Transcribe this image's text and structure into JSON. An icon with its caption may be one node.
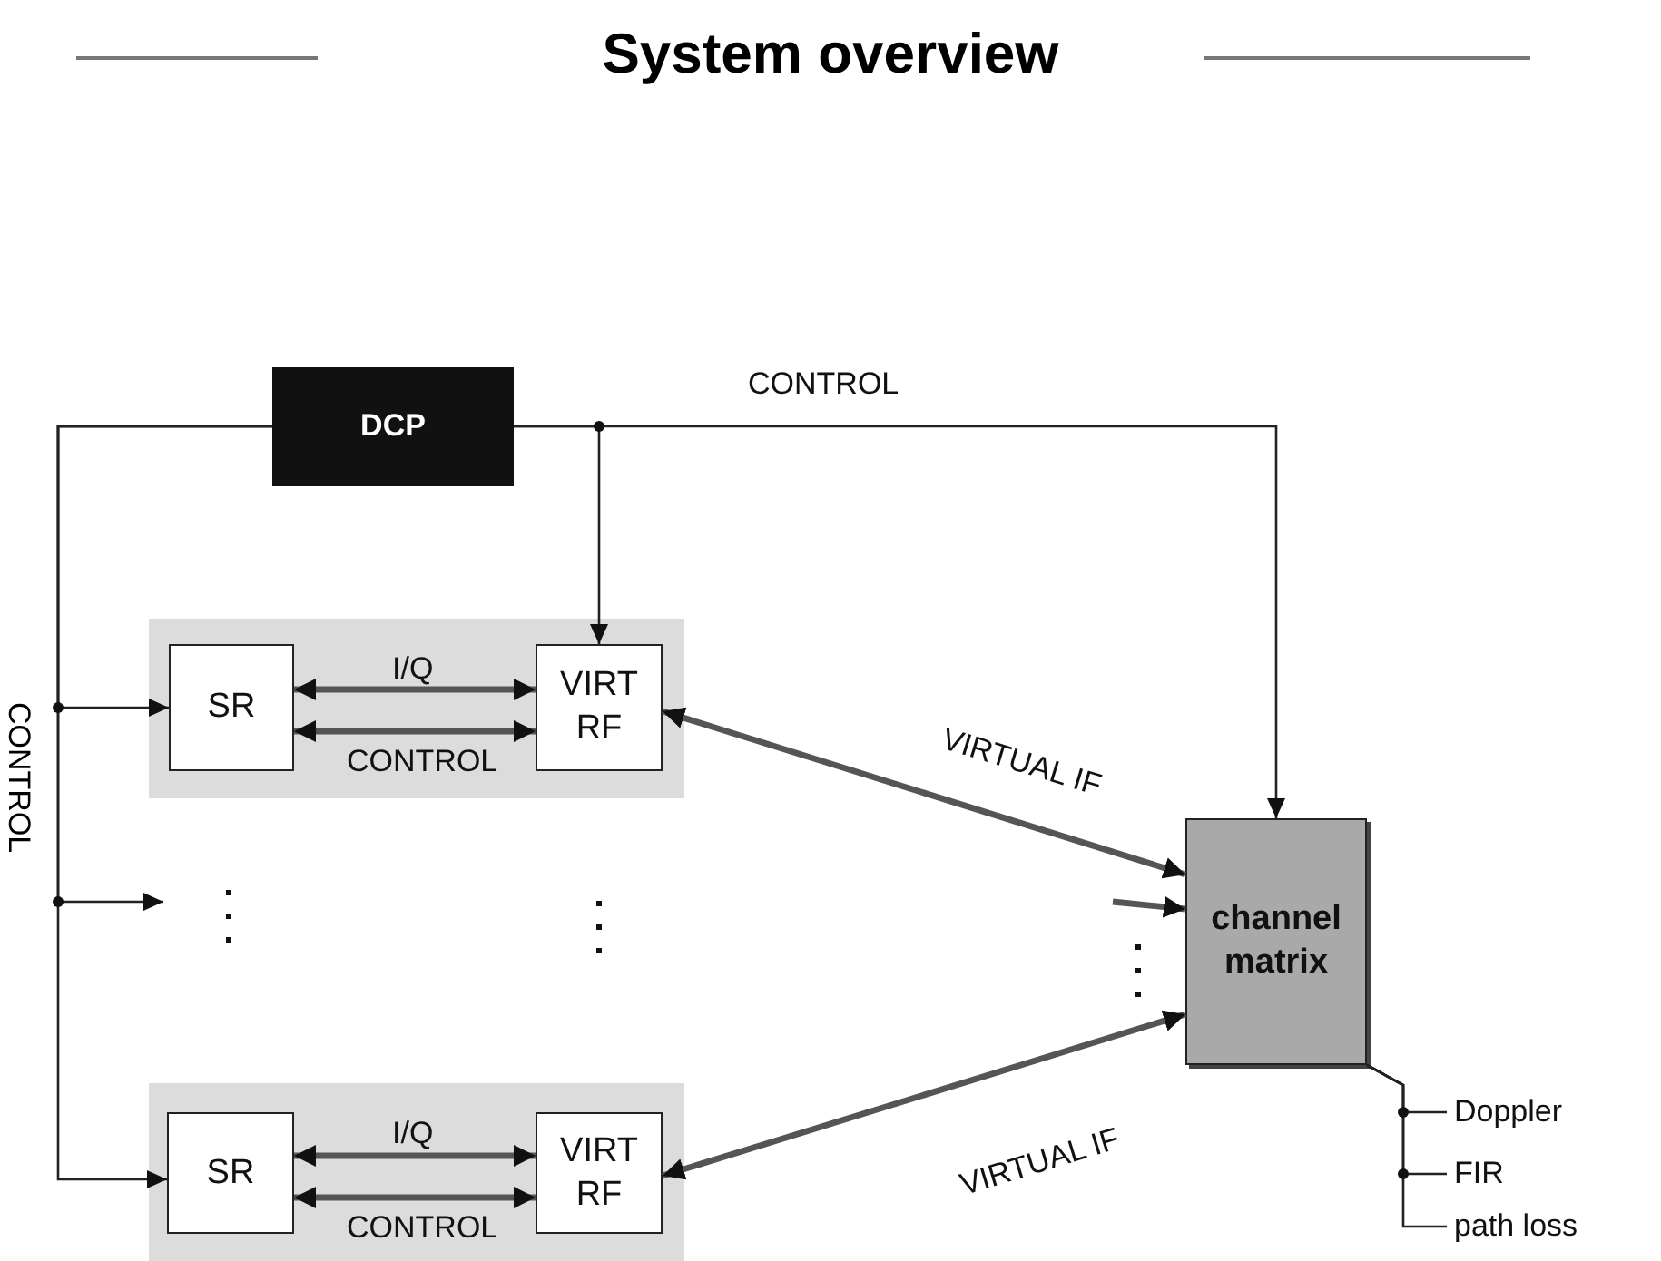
{
  "diagram": {
    "title": "System overview",
    "nodes": [
      {
        "text": [
          "DCP"
        ]
      },
      {
        "text": [],
        "shape": "box"
      },
      {
        "text": [
          "SR"
        ],
        "in": 1
      },
      {
        "text": [
          "VIRT RF"
        ],
        "in": 1
      },
      {
        "text": [],
        "shape": "box"
      },
      {
        "text": [
          "SR"
        ],
        "in": 4
      },
      {
        "text": [
          "VIRT RF"
        ],
        "in": 4
      },
      {
        "text": [
          "channel matrix"
        ]
      },
      {
        "text": [
          "Doppler"
        ]
      },
      {
        "text": [
          "FIR"
        ]
      },
      {
        "text": [
          "path loss"
        ]
      }
    ],
    "edges": [
      {
        "from": 0,
        "to": 3,
        "arrow": "to"
      },
      {
        "from": 0,
        "to": 7,
        "arrow": "to",
        "label": "CONTROL"
      },
      {
        "from": 0,
        "to": 2,
        "arrow": "to"
      },
      {
        "from": 0,
        "to": null,
        "arrow": "to"
      },
      {
        "from": 0,
        "to": 5,
        "arrow": "to"
      },
      {
        "from": 2,
        "to": 3,
        "arrow": "both",
        "label": "I/Q",
        "style": "thick"
      },
      {
        "from": 2,
        "to": 3,
        "arrow": "both",
        "label": "CONTROL",
        "style": "thick"
      },
      {
        "from": 5,
        "to": 6,
        "arrow": "both",
        "label": "I/Q",
        "style": "thick"
      },
      {
        "from": 5,
        "to": 6,
        "arrow": "both",
        "label": "CONTROL",
        "style": "thick"
      },
      {
        "from": 3,
        "to": 7,
        "arrow": "both",
        "label": "VIRTUAL IF",
        "style": "thick"
      },
      {
        "from": null,
        "to": 7,
        "arrow": "to",
        "style": "thick"
      },
      {
        "from": 6,
        "to": 7,
        "arrow": "both",
        "label": "VIRTUAL IF",
        "style": "thick"
      },
      {
        "from": 7,
        "to": 8,
        "arrow": "none"
      },
      {
        "from": 7,
        "to": 9,
        "arrow": "none"
      },
      {
        "from": 7,
        "to": 10,
        "arrow": "none"
      }
    ],
    "labels": [
      "CONTROL"
    ]
  }
}
